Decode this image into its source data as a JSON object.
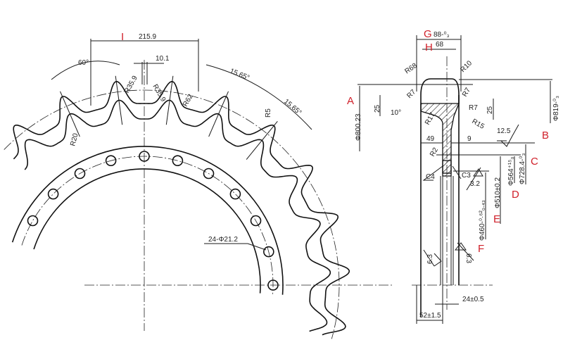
{
  "left_view": {
    "label_i": "I",
    "pitch_dim": "215.9",
    "width_dim": "10.1",
    "angle_60": "60°",
    "r35_left": "R35.9",
    "r35_right": "R35.9",
    "r62": "R62",
    "angle_1565_a": "15.65°",
    "angle_1565_b": "15.65°",
    "r5": "R5",
    "r20": "R20",
    "holes": "24-Φ21.2"
  },
  "right_view": {
    "label_a": "A",
    "label_b": "B",
    "label_c": "C",
    "label_d": "D",
    "label_e": "E",
    "label_f": "F",
    "label_g": "G",
    "label_h": "H",
    "width_88": "88-⁰₃",
    "width_68": "68",
    "r68": "R68",
    "r10": "R10",
    "r7_left": "R7",
    "r7_right": "R7",
    "r7_mid": "R7",
    "r17": "R17",
    "r15": "R15",
    "r2": "R2",
    "dim_25_left": "25",
    "dim_25_right": "25",
    "angle_10": "10°",
    "dia_800": "Φ800.23",
    "dia_819": "Φ819-⁰₃",
    "dia_728": "Φ728.4-⁰₃",
    "dia_564": "Φ564⁺¹⁵₀",
    "dia_510": "Φ510±0.2",
    "dia_460": "Φ460-⁰·⁶²₀.₄₃",
    "dim_49": "49",
    "dim_9": "9",
    "c4": "C4",
    "c3": "C3",
    "rough_125": "12.5",
    "rough_32": "3.2",
    "rough_63_left": "6.3",
    "rough_63_right": "6.3",
    "dim_24": "24±0.5",
    "dim_52": "52±1.5"
  }
}
